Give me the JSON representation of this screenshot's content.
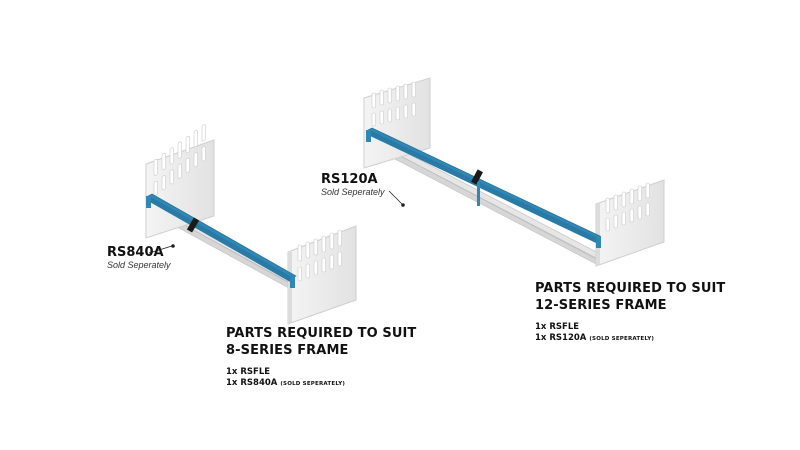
{
  "colors": {
    "strap": "#2f87b5",
    "strap_dark": "#1f6a92",
    "panel": "#eeeeee",
    "panel_edge": "#d2d2d2",
    "text": "#111111"
  },
  "left_assembly": {
    "callout_code": "RS840A",
    "callout_note": "Sold Seperately",
    "heading_line1": "PARTS REQUIRED TO SUIT",
    "heading_line2": "8-SERIES FRAME",
    "part1": "1x RSFLE",
    "part2_code": "1x RS840A",
    "part2_note": "(SOLD SEPERATELY)"
  },
  "right_assembly": {
    "callout_code": "RS120A",
    "callout_note": "Sold Seperately",
    "heading_line1": "PARTS REQUIRED TO SUIT",
    "heading_line2": "12-SERIES FRAME",
    "part1": "1x RSFLE",
    "part2_code": "1x RS120A",
    "part2_note": "(SOLD SEPERATELY)"
  }
}
